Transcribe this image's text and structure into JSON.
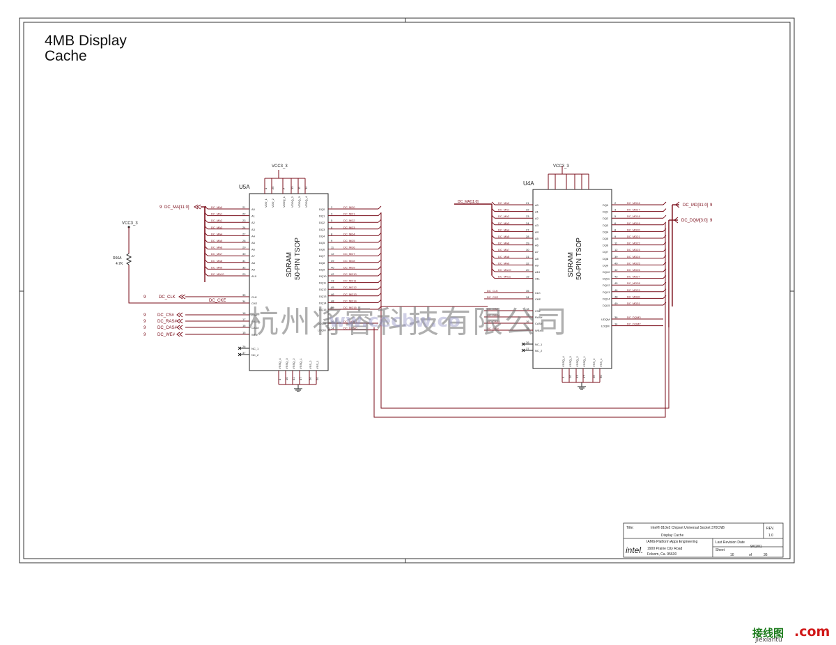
{
  "page": {
    "title_line1": "4MB Display",
    "title_line2": "Cache"
  },
  "watermark": {
    "text": "杭州将睿科技有限公司",
    "url": "ww.cecbw.co"
  },
  "logo": {
    "brand": "接线图",
    "com": ".com",
    "sub": "jiexiantu"
  },
  "u5a": {
    "ref": "U5A",
    "line1": "SDRAM",
    "line2": "50-PIN TSOP",
    "supply": "VCC3_3",
    "top_pins": [
      "1",
      "25",
      "7",
      "13",
      "11",
      "14"
    ],
    "top_names": [
      "VDD_1",
      "VDD_2",
      "VDDQ_1",
      "VDDQ_2",
      "VDDQ_3",
      "VDDQ_4"
    ],
    "addr_nets": [
      "DC_MA0",
      "DC_MA1",
      "DC_MA2",
      "DC_MA3",
      "DC_MA4",
      "DC_MA5",
      "DC_MA6",
      "DC_MA7",
      "DC_MA8",
      "DC_MA9",
      "DC_MA10"
    ],
    "addr_pins": [
      "21",
      "22",
      "23",
      "24",
      "27",
      "28",
      "29",
      "30",
      "31",
      "32",
      "20",
      "19"
    ],
    "addr_names": [
      "A0",
      "A1",
      "A2",
      "A3",
      "A4",
      "A5",
      "A6",
      "A7",
      "A8",
      "A9",
      "A10",
      "A11"
    ],
    "dq_names": [
      "DQ0",
      "DQ1",
      "DQ2",
      "DQ3",
      "DQ4",
      "DQ5",
      "DQ6",
      "DQ7",
      "DQ8",
      "DQ9",
      "DQ10",
      "DQ11",
      "DQ12",
      "DQ13",
      "DQ14",
      "DQ15"
    ],
    "dq_pins": [
      "2",
      "3",
      "5",
      "6",
      "8",
      "9",
      "11",
      "12",
      "39",
      "40",
      "42",
      "43",
      "45",
      "46",
      "48",
      "49"
    ],
    "dq_nets": [
      "DC_MD0",
      "DC_MD1",
      "DC_MD2",
      "DC_MD3",
      "DC_MD4",
      "DC_MD5",
      "DC_MD6",
      "DC_MD7",
      "DC_MD8",
      "DC_MD9",
      "DC_MD10",
      "DC_MD11",
      "DC_MD12",
      "DC_MD13",
      "DC_MD14",
      "DC_MD15"
    ],
    "ctrl_names": [
      "CLK",
      "CKE",
      "CS#",
      "RAS#",
      "CAS#",
      "WE#"
    ],
    "ctrl_pins": [
      "35",
      "34",
      "18",
      "17",
      "16",
      "15"
    ],
    "dqm_names": [
      "UDQM",
      "LDQM"
    ],
    "dqm_pins": [
      "36",
      "14"
    ],
    "dqm_nets": [
      "DC_DQM1",
      "DC_DQM0"
    ],
    "nc_names": [
      "NC_1",
      "NC_2"
    ],
    "nc_pins": [
      "26",
      "37"
    ],
    "bot_names": [
      "VSSQ_4",
      "VSSQ_3",
      "VSSQ_2",
      "VSSQ_1",
      "VSS_2",
      "VSS_1"
    ],
    "bot_pins": [
      "4",
      "10",
      "41",
      "47",
      "26",
      "50"
    ]
  },
  "u4a": {
    "ref": "U4A",
    "line1": "SDRAM",
    "line2": "50-PIN TSOP",
    "supply": "VCC3_3",
    "bus": "DC_MA[11:0]",
    "addr_nets": [
      "DC_MA0",
      "DC_MA1",
      "DC_MA2",
      "DC_MA3",
      "DC_MA4",
      "DC_MA5",
      "DC_MA6",
      "DC_MA7",
      "DC_MA8",
      "DC_MA9",
      "DC_MA10",
      "DC_MA11"
    ],
    "dq_nets": [
      "DC_MD16",
      "DC_MD17",
      "DC_MD18",
      "DC_MD19",
      "DC_MD20",
      "DC_MD21",
      "DC_MD22",
      "DC_MD23",
      "DC_MD24",
      "DC_MD25",
      "DC_MD26",
      "DC_MD27",
      "DC_MD28",
      "DC_MD29",
      "DC_MD30",
      "DC_MD31"
    ],
    "ctrl_nets": [
      "DC_CLK",
      "DC_CKE",
      "DC_CS#",
      "DC_RAS#",
      "DC_CAS#",
      "DC_WE#"
    ],
    "dqm_nets": [
      "DC_DQM3",
      "DC_DQM2"
    ],
    "ctrl_names": [
      "CLK",
      "CKE",
      "CS#",
      "RAS#",
      "CAS#",
      "WE#"
    ]
  },
  "left_ports": {
    "ma": {
      "sheet": "9",
      "name": "DC_MA[11:0]"
    },
    "clk": {
      "sheet": "9",
      "name": "DC_CLK"
    },
    "cke": "DC_CKE",
    "ctrl": [
      {
        "sheet": "9",
        "name": "DC_CS#"
      },
      {
        "sheet": "9",
        "name": "DC_RAS#"
      },
      {
        "sheet": "9",
        "name": "DC_CAS#"
      },
      {
        "sheet": "9",
        "name": "DC_WE#"
      }
    ]
  },
  "right_ports": {
    "md": {
      "name": "DC_MD[31:0]",
      "sheet": "9"
    },
    "dqm": {
      "name": "DC_DQM[3:0]",
      "sheet": "9"
    }
  },
  "resistor": {
    "supply": "VCC3_3",
    "ref": "R66A",
    "value": "4.7K"
  },
  "title_block": {
    "title_label": "Title:",
    "title_line1": "Intel® 810e2 Chipset Universal Socket 370CNB",
    "title_line2": "Display Cache",
    "rev_label": "REV.",
    "rev": "1.0",
    "company_logo": "intel.",
    "org1": "IAMG Platform Apps Engineering",
    "org2": "1900 Prairie City Road",
    "org3": "Folsom, Ca. 95630",
    "date_label": "Last Revision Date",
    "date": "9/02/01",
    "sheet_label": "Sheet",
    "sheet": "10",
    "of": "of",
    "total": "36"
  }
}
